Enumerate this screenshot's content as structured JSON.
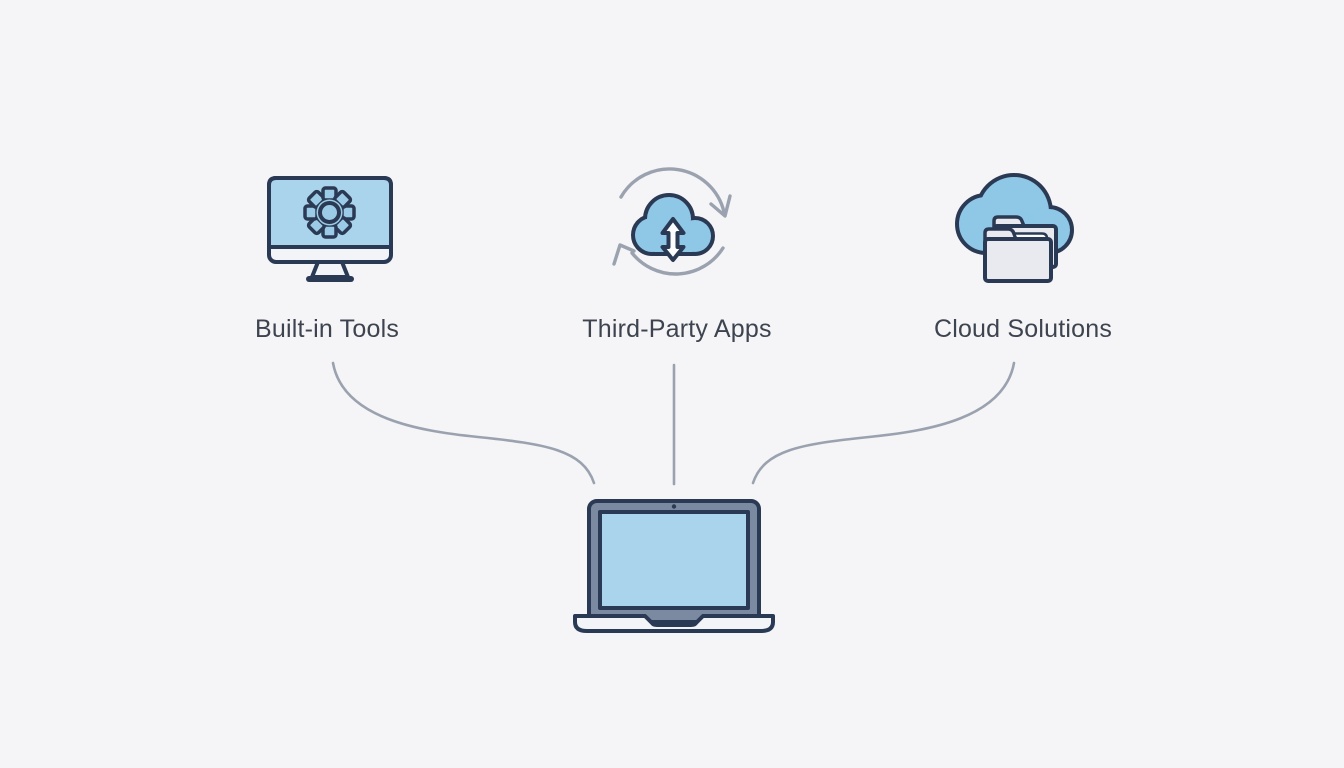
{
  "palette": {
    "background": "#f5f4f6",
    "ink": "#2b3a54",
    "icon_blue": "#8fc7e7",
    "screen_blue": "#a9d4ec",
    "gear_blue": "#9ccbe7",
    "panel_light": "#f2f4f8",
    "laptop_slate": "#7b8aa1",
    "connector_gray": "#9aa2af",
    "folder_gray": "#e9eaef",
    "paper_white": "#fbfcfe",
    "label_text": "#3d4450"
  },
  "nodes": [
    {
      "id": "built-in-tools",
      "label": "Built-in Tools",
      "icon": "monitor-gear-icon"
    },
    {
      "id": "third-party-apps",
      "label": "Third-Party Apps",
      "icon": "cloud-sync-icon"
    },
    {
      "id": "cloud-solutions",
      "label": "Cloud Solutions",
      "icon": "cloud-folder-icon"
    }
  ],
  "hub": {
    "id": "laptop",
    "icon": "laptop-icon"
  },
  "connections": [
    {
      "from": "built-in-tools",
      "to": "laptop",
      "shape": "s-curve"
    },
    {
      "from": "third-party-apps",
      "to": "laptop",
      "shape": "straight"
    },
    {
      "from": "cloud-solutions",
      "to": "laptop",
      "shape": "s-curve"
    }
  ]
}
